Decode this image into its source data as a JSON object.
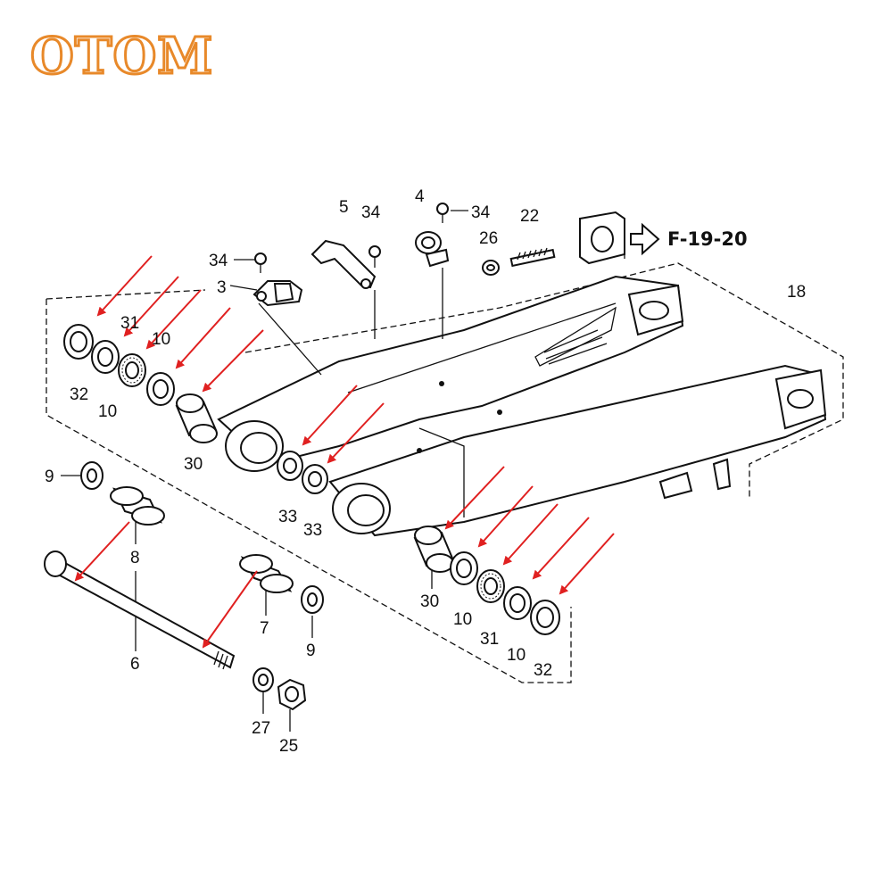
{
  "logo": {
    "text": "OTOM",
    "color": "#e8892a"
  },
  "reference": {
    "text": "F-19-20"
  },
  "colors": {
    "arrow": "#e02020",
    "ink": "#111111"
  },
  "callouts": {
    "c34a": "34",
    "c3": "3",
    "c5": "5",
    "c34b": "34",
    "c4": "4",
    "c34c": "34",
    "c26": "26",
    "c22": "22",
    "c18": "18",
    "c32a": "32",
    "c10a": "10",
    "c31a": "31",
    "c10b": "10",
    "c30a": "30",
    "c33a": "33",
    "c33b": "33",
    "c9a": "9",
    "c8": "8",
    "c6": "6",
    "c7": "7",
    "c9b": "9",
    "c27": "27",
    "c25": "25",
    "c30b": "30",
    "c10c": "10",
    "c31b": "31",
    "c10d": "10",
    "c32b": "32"
  }
}
